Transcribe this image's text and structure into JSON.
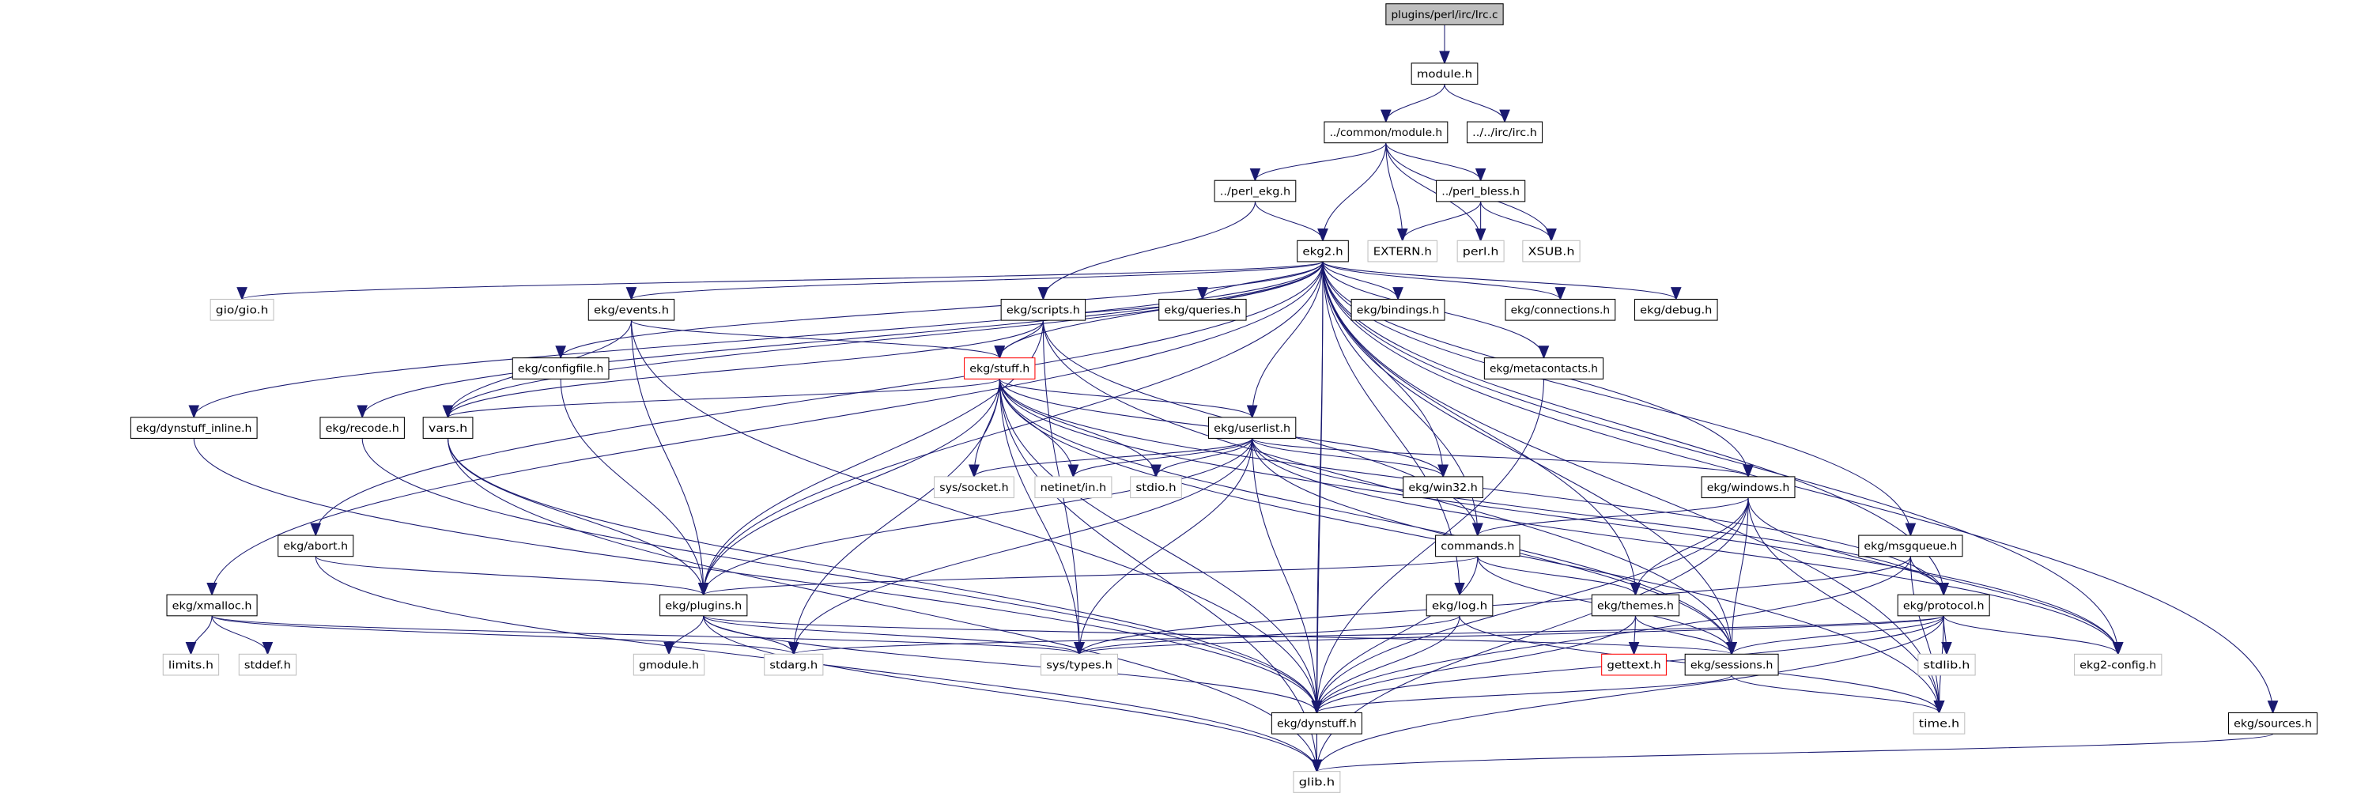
{
  "title": "plugins/perl/irc/Irc.c",
  "colors": {
    "edge": "#191970",
    "grey_border": "#bfbfbf",
    "red_border": "#ff0000",
    "root_fill": "#bfbfbf"
  },
  "nodes": [
    {
      "id": "ircc",
      "label": "plugins/perl/irc/Irc.c",
      "style": "root"
    },
    {
      "id": "module",
      "label": "module.h",
      "style": "normal"
    },
    {
      "id": "cmodule",
      "label": "../common/module.h",
      "style": "normal"
    },
    {
      "id": "ircirc",
      "label": "../../irc/irc.h",
      "style": "normal"
    },
    {
      "id": "perlekg",
      "label": "../perl_ekg.h",
      "style": "normal"
    },
    {
      "id": "perlbless",
      "label": "../perl_bless.h",
      "style": "normal"
    },
    {
      "id": "ekg2",
      "label": "ekg2.h",
      "style": "normal"
    },
    {
      "id": "extern",
      "label": "EXTERN.h",
      "style": "grey"
    },
    {
      "id": "perlh",
      "label": "perl.h",
      "style": "grey"
    },
    {
      "id": "xsub",
      "label": "XSUB.h",
      "style": "grey"
    },
    {
      "id": "gio",
      "label": "gio/gio.h",
      "style": "grey"
    },
    {
      "id": "events",
      "label": "ekg/events.h",
      "style": "normal"
    },
    {
      "id": "scripts",
      "label": "ekg/scripts.h",
      "style": "normal"
    },
    {
      "id": "queries",
      "label": "ekg/queries.h",
      "style": "normal"
    },
    {
      "id": "bindings",
      "label": "ekg/bindings.h",
      "style": "normal"
    },
    {
      "id": "connections",
      "label": "ekg/connections.h",
      "style": "normal"
    },
    {
      "id": "debug",
      "label": "ekg/debug.h",
      "style": "normal"
    },
    {
      "id": "configfile",
      "label": "ekg/configfile.h",
      "style": "normal"
    },
    {
      "id": "stuff",
      "label": "ekg/stuff.h",
      "style": "red"
    },
    {
      "id": "metacontacts",
      "label": "ekg/metacontacts.h",
      "style": "normal"
    },
    {
      "id": "dyninline",
      "label": "ekg/dynstuff_inline.h",
      "style": "normal"
    },
    {
      "id": "recode",
      "label": "ekg/recode.h",
      "style": "normal"
    },
    {
      "id": "vars",
      "label": "vars.h",
      "style": "normal"
    },
    {
      "id": "userlist",
      "label": "ekg/userlist.h",
      "style": "normal"
    },
    {
      "id": "socket",
      "label": "sys/socket.h",
      "style": "grey"
    },
    {
      "id": "netinet",
      "label": "netinet/in.h",
      "style": "grey"
    },
    {
      "id": "stdio",
      "label": "stdio.h",
      "style": "grey"
    },
    {
      "id": "win32",
      "label": "ekg/win32.h",
      "style": "normal"
    },
    {
      "id": "windows",
      "label": "ekg/windows.h",
      "style": "normal"
    },
    {
      "id": "abort",
      "label": "ekg/abort.h",
      "style": "normal"
    },
    {
      "id": "commands",
      "label": "commands.h",
      "style": "normal"
    },
    {
      "id": "msgqueue",
      "label": "ekg/msgqueue.h",
      "style": "normal"
    },
    {
      "id": "xmalloc",
      "label": "ekg/xmalloc.h",
      "style": "normal"
    },
    {
      "id": "plugins",
      "label": "ekg/plugins.h",
      "style": "normal"
    },
    {
      "id": "log",
      "label": "ekg/log.h",
      "style": "normal"
    },
    {
      "id": "themes",
      "label": "ekg/themes.h",
      "style": "normal"
    },
    {
      "id": "protocol",
      "label": "ekg/protocol.h",
      "style": "normal"
    },
    {
      "id": "limits",
      "label": "limits.h",
      "style": "grey"
    },
    {
      "id": "stddef",
      "label": "stddef.h",
      "style": "grey"
    },
    {
      "id": "gmodule",
      "label": "gmodule.h",
      "style": "grey"
    },
    {
      "id": "stdarg",
      "label": "stdarg.h",
      "style": "grey"
    },
    {
      "id": "systypes",
      "label": "sys/types.h",
      "style": "grey"
    },
    {
      "id": "gettext",
      "label": "gettext.h",
      "style": "red"
    },
    {
      "id": "sessions",
      "label": "ekg/sessions.h",
      "style": "normal"
    },
    {
      "id": "stdlib",
      "label": "stdlib.h",
      "style": "grey"
    },
    {
      "id": "ekg2config",
      "label": "ekg2-config.h",
      "style": "grey"
    },
    {
      "id": "dynstuff",
      "label": "ekg/dynstuff.h",
      "style": "normal"
    },
    {
      "id": "time",
      "label": "time.h",
      "style": "grey"
    },
    {
      "id": "sources",
      "label": "ekg/sources.h",
      "style": "normal"
    },
    {
      "id": "glib",
      "label": "glib.h",
      "style": "grey"
    }
  ],
  "edges": [
    [
      "ircc",
      "module"
    ],
    [
      "module",
      "cmodule"
    ],
    [
      "module",
      "ircirc"
    ],
    [
      "cmodule",
      "perlekg"
    ],
    [
      "cmodule",
      "ekg2"
    ],
    [
      "cmodule",
      "extern"
    ],
    [
      "cmodule",
      "perlh"
    ],
    [
      "cmodule",
      "perlbless"
    ],
    [
      "cmodule",
      "xsub"
    ],
    [
      "perlekg",
      "ekg2"
    ],
    [
      "perlekg",
      "scripts"
    ],
    [
      "perlbless",
      "extern"
    ],
    [
      "perlbless",
      "perlh"
    ],
    [
      "perlbless",
      "xsub"
    ],
    [
      "ekg2",
      "gio"
    ],
    [
      "ekg2",
      "events"
    ],
    [
      "ekg2",
      "queries"
    ],
    [
      "ekg2",
      "bindings"
    ],
    [
      "ekg2",
      "connections"
    ],
    [
      "ekg2",
      "debug"
    ],
    [
      "ekg2",
      "stuff"
    ],
    [
      "ekg2",
      "metacontacts"
    ],
    [
      "ekg2",
      "userlist"
    ],
    [
      "ekg2",
      "configfile"
    ],
    [
      "ekg2",
      "dyninline"
    ],
    [
      "ekg2",
      "recode"
    ],
    [
      "ekg2",
      "vars"
    ],
    [
      "ekg2",
      "abort"
    ],
    [
      "ekg2",
      "xmalloc"
    ],
    [
      "ekg2",
      "plugins"
    ],
    [
      "ekg2",
      "win32"
    ],
    [
      "ekg2",
      "windows"
    ],
    [
      "ekg2",
      "commands"
    ],
    [
      "ekg2",
      "msgqueue"
    ],
    [
      "ekg2",
      "log"
    ],
    [
      "ekg2",
      "themes"
    ],
    [
      "ekg2",
      "protocol"
    ],
    [
      "ekg2",
      "sessions"
    ],
    [
      "ekg2",
      "ekg2config"
    ],
    [
      "ekg2",
      "time"
    ],
    [
      "ekg2",
      "sources"
    ],
    [
      "ekg2",
      "dynstuff"
    ],
    [
      "ekg2",
      "glib"
    ],
    [
      "events",
      "stuff"
    ],
    [
      "events",
      "vars"
    ],
    [
      "events",
      "plugins"
    ],
    [
      "events",
      "dynstuff"
    ],
    [
      "scripts",
      "stuff"
    ],
    [
      "scripts",
      "queries"
    ],
    [
      "scripts",
      "vars"
    ],
    [
      "scripts",
      "plugins"
    ],
    [
      "scripts",
      "systypes"
    ],
    [
      "scripts",
      "commands"
    ],
    [
      "scripts",
      "sessions"
    ],
    [
      "configfile",
      "plugins"
    ],
    [
      "stuff",
      "vars"
    ],
    [
      "stuff",
      "plugins"
    ],
    [
      "stuff",
      "userlist"
    ],
    [
      "stuff",
      "socket"
    ],
    [
      "stuff",
      "netinet"
    ],
    [
      "stuff",
      "stdio"
    ],
    [
      "stuff",
      "win32"
    ],
    [
      "stuff",
      "stdarg"
    ],
    [
      "stuff",
      "systypes"
    ],
    [
      "stuff",
      "dynstuff"
    ],
    [
      "stuff",
      "glib"
    ],
    [
      "stuff",
      "sessions"
    ],
    [
      "stuff",
      "protocol"
    ],
    [
      "stuff",
      "ekg2config"
    ],
    [
      "stuff",
      "time"
    ],
    [
      "metacontacts",
      "dynstuff"
    ],
    [
      "dyninline",
      "dynstuff"
    ],
    [
      "recode",
      "dynstuff"
    ],
    [
      "vars",
      "plugins"
    ],
    [
      "vars",
      "dynstuff"
    ],
    [
      "vars",
      "glib"
    ],
    [
      "userlist",
      "socket"
    ],
    [
      "userlist",
      "netinet"
    ],
    [
      "userlist",
      "stdio"
    ],
    [
      "userlist",
      "win32"
    ],
    [
      "userlist",
      "windows"
    ],
    [
      "userlist",
      "plugins"
    ],
    [
      "userlist",
      "stdarg"
    ],
    [
      "userlist",
      "systypes"
    ],
    [
      "userlist",
      "dynstuff"
    ],
    [
      "userlist",
      "sessions"
    ],
    [
      "userlist",
      "ekg2config"
    ],
    [
      "userlist",
      "protocol"
    ],
    [
      "windows",
      "commands"
    ],
    [
      "windows",
      "themes"
    ],
    [
      "windows",
      "sessions"
    ],
    [
      "windows",
      "dynstuff"
    ],
    [
      "windows",
      "ekg2config"
    ],
    [
      "windows",
      "glib"
    ],
    [
      "windows",
      "time"
    ],
    [
      "abort",
      "plugins"
    ],
    [
      "abort",
      "glib"
    ],
    [
      "commands",
      "plugins"
    ],
    [
      "commands",
      "themes"
    ],
    [
      "commands",
      "sessions"
    ],
    [
      "commands",
      "dynstuff"
    ],
    [
      "msgqueue",
      "protocol"
    ],
    [
      "msgqueue",
      "systypes"
    ],
    [
      "msgqueue",
      "dynstuff"
    ],
    [
      "msgqueue",
      "time"
    ],
    [
      "xmalloc",
      "limits"
    ],
    [
      "xmalloc",
      "stddef"
    ],
    [
      "xmalloc",
      "stdarg"
    ],
    [
      "xmalloc",
      "systypes"
    ],
    [
      "plugins",
      "gmodule"
    ],
    [
      "plugins",
      "stdarg"
    ],
    [
      "plugins",
      "systypes"
    ],
    [
      "plugins",
      "dynstuff"
    ],
    [
      "plugins",
      "glib"
    ],
    [
      "plugins",
      "sessions"
    ],
    [
      "log",
      "systypes"
    ],
    [
      "log",
      "dynstuff"
    ],
    [
      "log",
      "time"
    ],
    [
      "themes",
      "gettext"
    ],
    [
      "themes",
      "sessions"
    ],
    [
      "themes",
      "dynstuff"
    ],
    [
      "protocol",
      "stdlib"
    ],
    [
      "protocol",
      "ekg2config"
    ],
    [
      "protocol",
      "time"
    ],
    [
      "protocol",
      "sessions"
    ],
    [
      "protocol",
      "dynstuff"
    ],
    [
      "protocol",
      "systypes"
    ],
    [
      "protocol",
      "stdarg"
    ],
    [
      "protocol",
      "glib"
    ],
    [
      "sessions",
      "dynstuff"
    ],
    [
      "sessions",
      "time"
    ],
    [
      "sources",
      "glib"
    ],
    [
      "dynstuff",
      "glib"
    ]
  ]
}
